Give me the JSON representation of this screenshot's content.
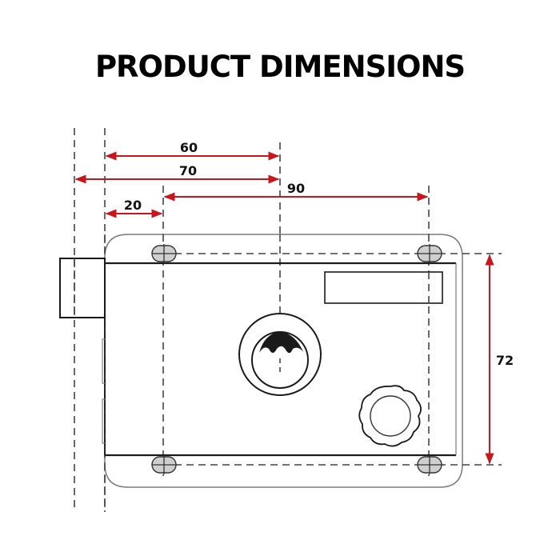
{
  "title": "PRODUCT DIMENSIONS",
  "colors": {
    "dimension_arrow": "#c8161d",
    "outline": "#1a1a1a",
    "body_outline": "#7a7a7a",
    "hole_fill": "#cfcfcf",
    "dashed_line": "#444444"
  },
  "dimensions": {
    "d60": "60",
    "d70": "70",
    "d90": "90",
    "d20": "20",
    "d72": "72"
  },
  "parts": [
    "mounting-hole-top-left",
    "mounting-hole-top-right",
    "mounting-hole-bottom-left",
    "mounting-hole-bottom-right",
    "latch-bolt",
    "label-window",
    "key-cylinder",
    "thumb-knob"
  ]
}
